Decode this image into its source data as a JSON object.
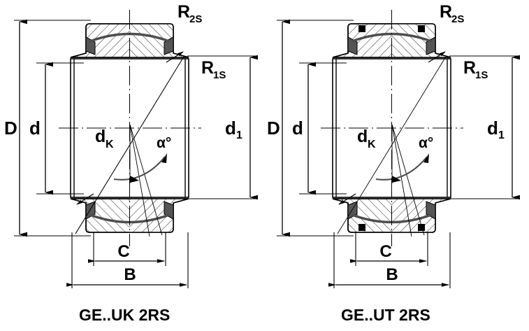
{
  "figure": {
    "title": "Spherical plain bearing cross-section dimension drawing",
    "panels": [
      {
        "id": "left",
        "caption": "GE..UK 2RS",
        "seal_style": "rounded-lip",
        "labels": {
          "D": "D",
          "d": "d",
          "d1_base": "d",
          "d1_sub": "1",
          "dK_base": "d",
          "dK_sub": "K",
          "alpha": "α°",
          "R2S_base": "R",
          "R2S_sub": "2S",
          "R1S_base": "R",
          "R1S_sub": "1S",
          "B": "B",
          "C": "C"
        }
      },
      {
        "id": "right",
        "caption": "GE..UT 2RS",
        "seal_style": "square-retainer",
        "labels": {
          "D": "D",
          "d": "d",
          "d1_base": "d",
          "d1_sub": "1",
          "dK_base": "d",
          "dK_sub": "K",
          "alpha": "α°",
          "R2S_base": "R",
          "R2S_sub": "2S",
          "R1S_base": "R",
          "R1S_sub": "1S",
          "B": "B",
          "C": "C"
        }
      }
    ],
    "colors": {
      "line": "#000000",
      "hatch": "#3a3a3a",
      "seal": "#4d4d4d",
      "seal_block": "#555555",
      "background": "#ffffff"
    }
  }
}
